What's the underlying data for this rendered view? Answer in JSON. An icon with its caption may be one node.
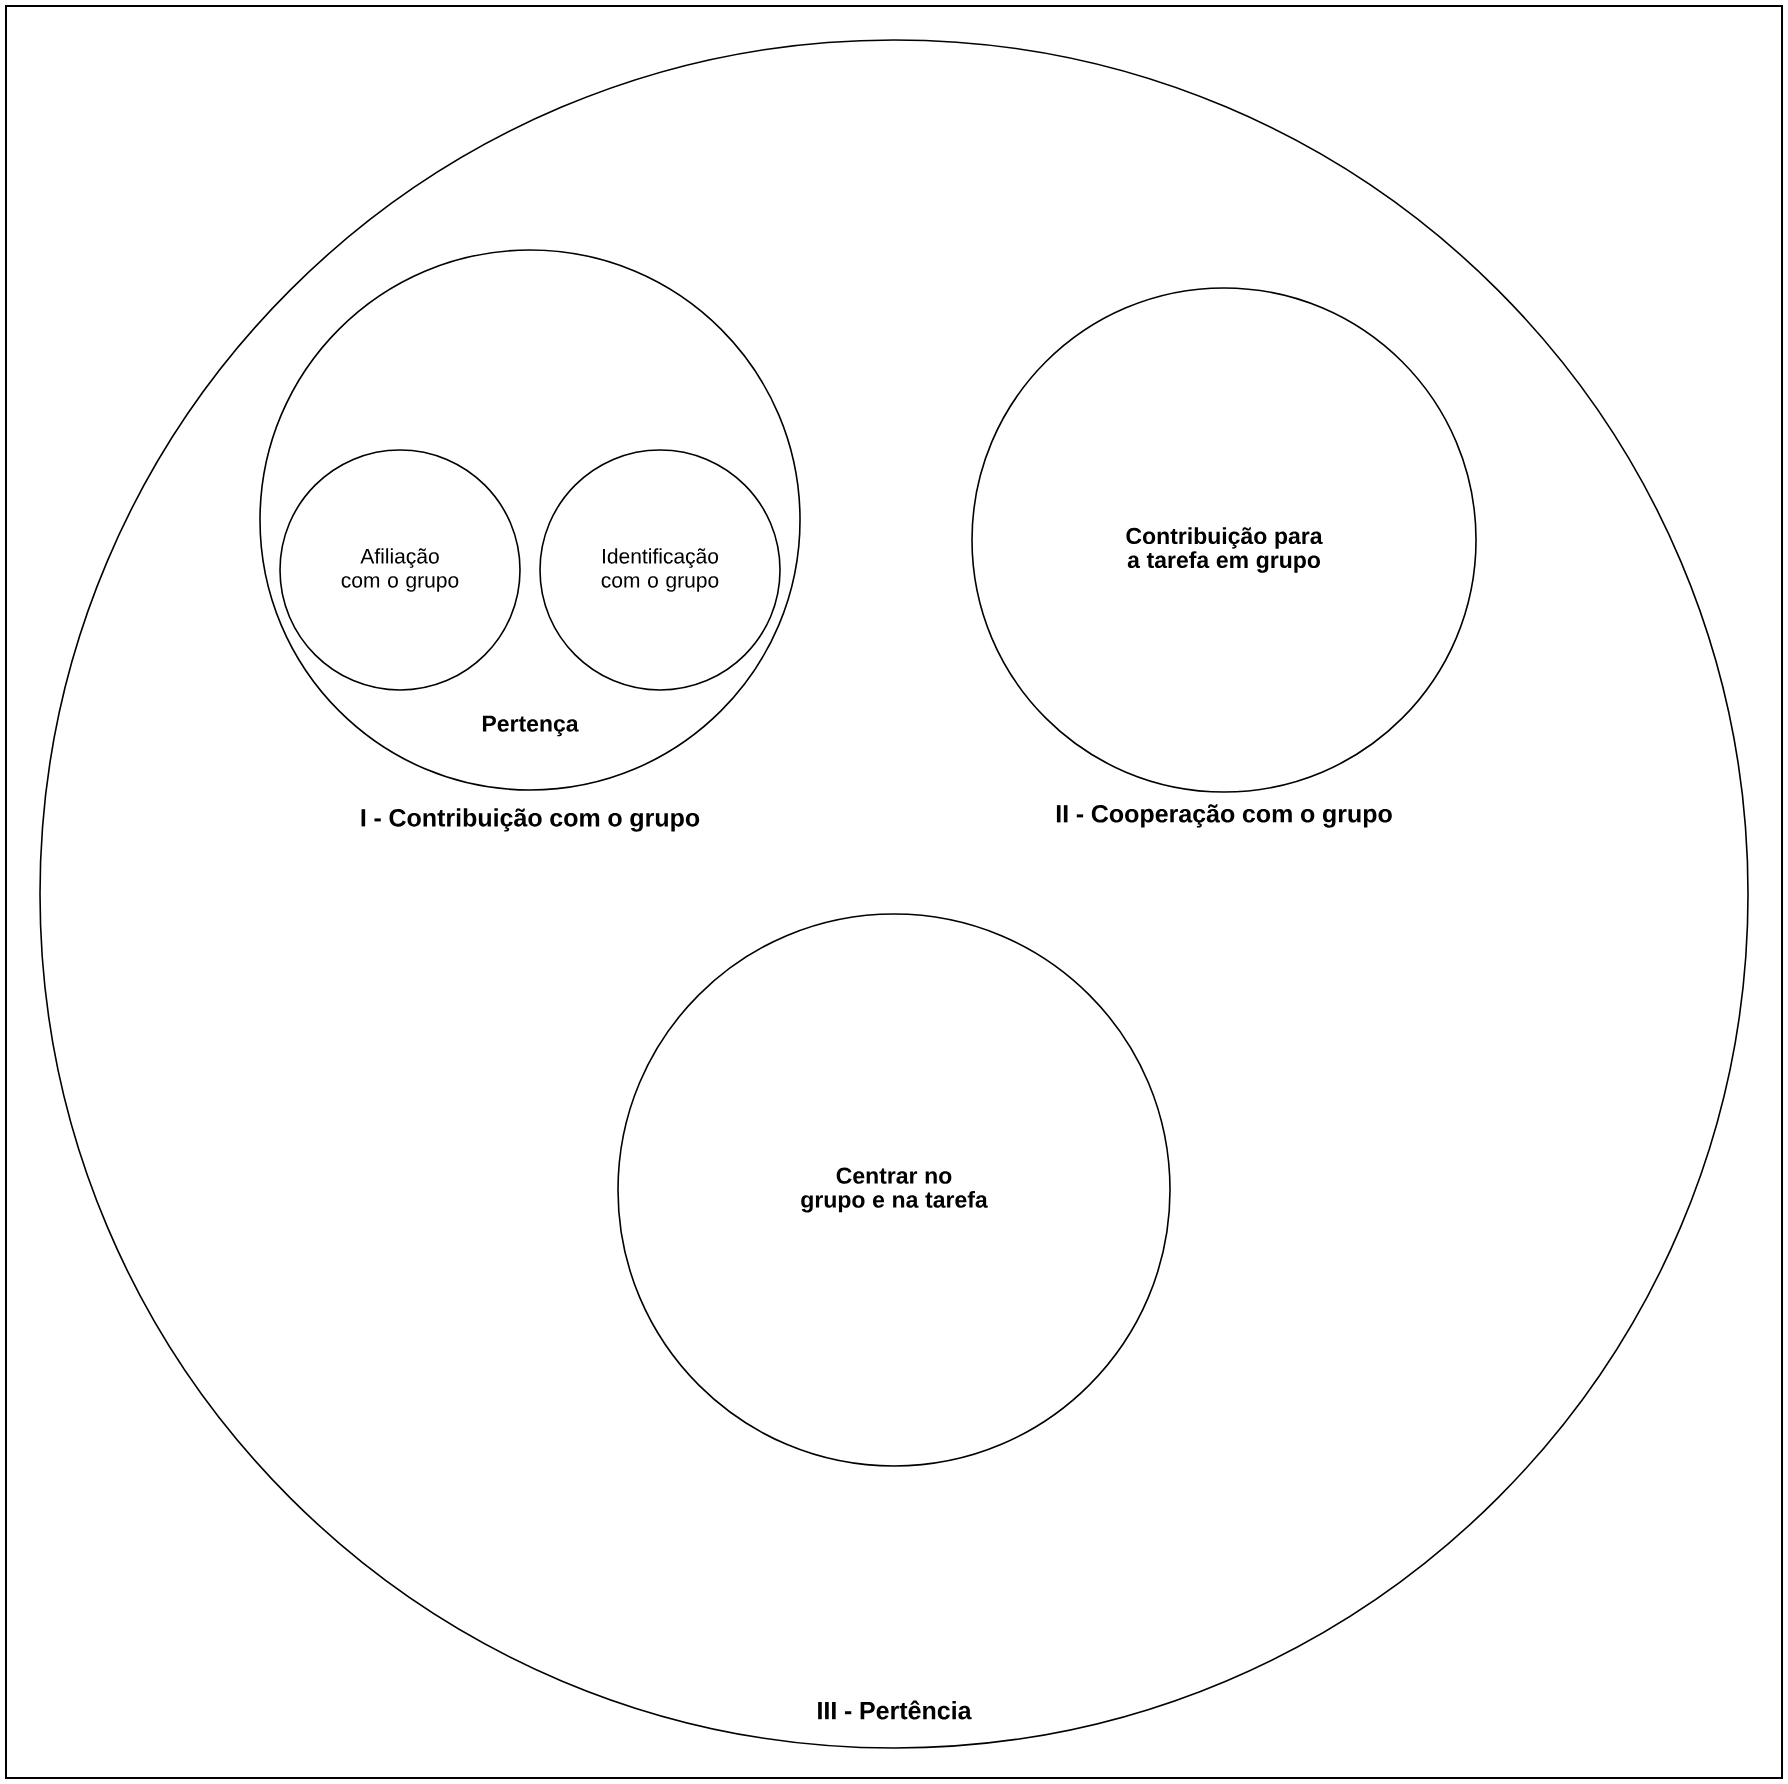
{
  "diagram": {
    "nodes": [
      {
        "text": [
          "III - Pertência"
        ]
      },
      {
        "text": [
          "Pertença",
          "I - Contribuição com o grupo"
        ],
        "in": 0
      },
      {
        "text": [
          "Afiliação com o grupo"
        ],
        "in": 1
      },
      {
        "text": [
          "Identificação com o grupo"
        ],
        "in": 1
      },
      {
        "text": [
          "Contribuição para a tarefa em grupo",
          "II - Cooperação com o grupo"
        ],
        "in": 0
      },
      {
        "text": [
          "Centrar no grupo e na tarefa"
        ],
        "in": 0
      }
    ]
  }
}
